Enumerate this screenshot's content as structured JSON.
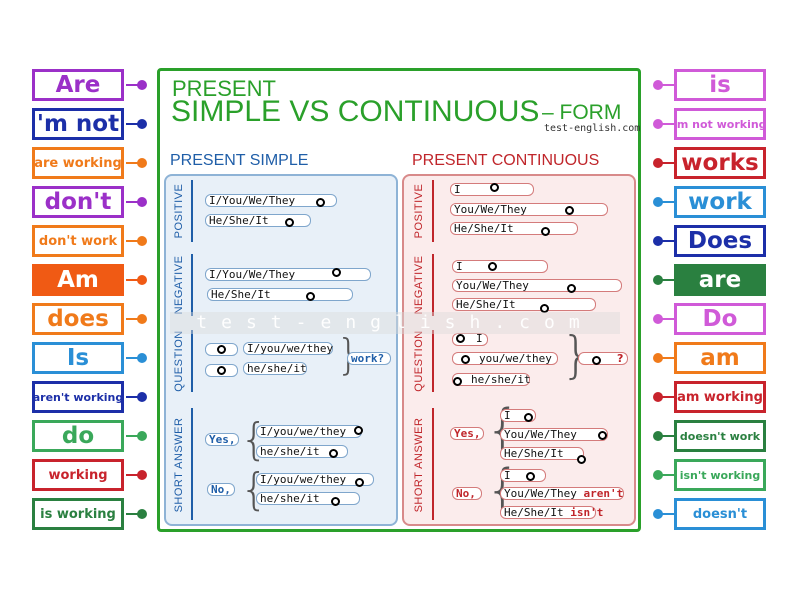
{
  "board": {
    "title_line1": "PRESENT",
    "title_line2": "SIMPLE VS CONTINUOUS",
    "title_suffix": "– FORM",
    "site": "test-english.com",
    "watermark": "test-english.com",
    "simple_heading": "PRESENT SIMPLE",
    "continuous_heading": "PRESENT CONTINUOUS",
    "sections": {
      "positive": "POSITIVE",
      "negative": "NEGATIVE",
      "question": "QUESTION",
      "short_answer": "SHORT ANSWER"
    },
    "simple": {
      "pos_1": "I/You/We/They",
      "pos_2": "He/She/It",
      "neg_1": "I/You/We/They",
      "neg_2": "He/She/It",
      "q_subj_1": "I/you/we/they",
      "q_subj_2": "he/she/it",
      "q_verb": "work?",
      "yes": "Yes,",
      "no": "No,",
      "yes_1": "I/you/we/they",
      "yes_2": "he/she/it",
      "no_1": "I/you/we/they",
      "no_2": "he/she/it"
    },
    "continuous": {
      "pos_1": "I",
      "pos_2": "You/We/They",
      "pos_3": "He/She/It",
      "neg_1": "I",
      "neg_2": "You/We/They",
      "neg_3": "He/She/It",
      "q_subj_1": "I",
      "q_subj_2": "you/we/they",
      "q_subj_3": "he/she/it",
      "q_mark": "?",
      "yes": "Yes,",
      "no": "No,",
      "yes_1": "I",
      "yes_2": "You/We/They",
      "yes_3": "He/She/It",
      "no_1": "I",
      "no_2": "You/We/They",
      "no_2_verb": "aren't",
      "no_3": "He/She/It",
      "no_3_verb": "isn't"
    }
  },
  "left_tiles": [
    {
      "label": "Are",
      "color": "#9b30c8"
    },
    {
      "label": "'m not",
      "color": "#1c2fa8"
    },
    {
      "label": "are working",
      "color": "#f07a1a"
    },
    {
      "label": "don't",
      "color": "#9b30c8"
    },
    {
      "label": "don't work",
      "color": "#f07a1a"
    },
    {
      "label": "Am",
      "color": "#f05a14"
    },
    {
      "label": "does",
      "color": "#f07a1a"
    },
    {
      "label": "Is",
      "color": "#2a8fd6"
    },
    {
      "label": "aren't working",
      "color": "#1c2fa8"
    },
    {
      "label": "do",
      "color": "#3aa85a"
    },
    {
      "label": "working",
      "color": "#c8232c"
    },
    {
      "label": "is working",
      "color": "#2a8040"
    }
  ],
  "right_tiles": [
    {
      "label": "is",
      "color": "#d05ad8"
    },
    {
      "label": "'m not working",
      "color": "#d05ad8"
    },
    {
      "label": "works",
      "color": "#c8232c"
    },
    {
      "label": "work",
      "color": "#2a8fd6"
    },
    {
      "label": "Does",
      "color": "#1c2fa8"
    },
    {
      "label": "are",
      "color": "#2a8040"
    },
    {
      "label": "Do",
      "color": "#d05ad8"
    },
    {
      "label": "am",
      "color": "#f07a1a"
    },
    {
      "label": "am working",
      "color": "#c8232c"
    },
    {
      "label": "doesn't work",
      "color": "#2a8040"
    },
    {
      "label": "isn't working",
      "color": "#3aa85a"
    },
    {
      "label": "doesn't",
      "color": "#2a8fd6"
    }
  ]
}
